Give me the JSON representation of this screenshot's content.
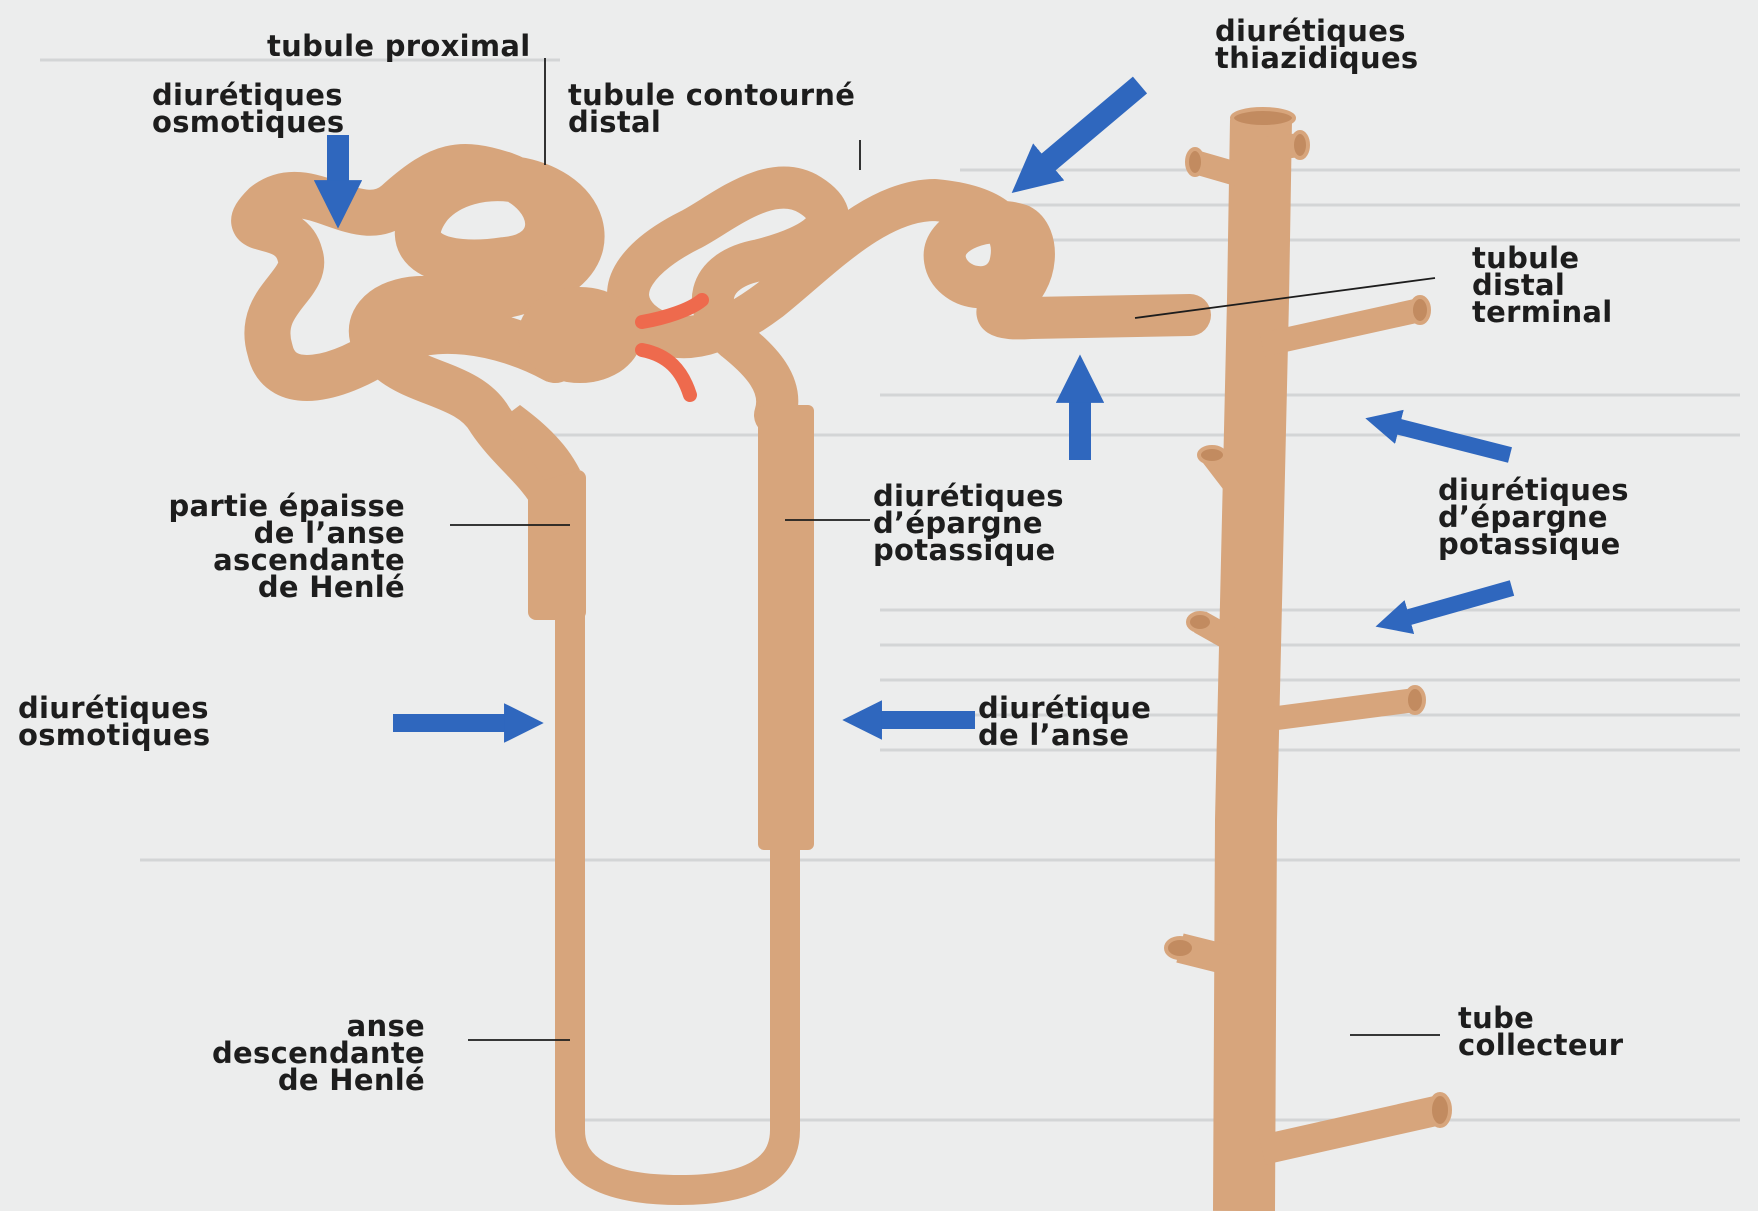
{
  "labels": {
    "tubule_proximal": "tubule proximal",
    "osmotic_top": "diurétiques\nosmotiques",
    "distal_convoluted": "tubule contourné\ndistal",
    "thiazide": "diurétiques\nthiazidiques",
    "distal_terminal": "tubule\ndistal\nterminal",
    "thick_ascending": "partie épaisse\nde l’anse\nascendante\nde Henlé",
    "k_sparing_center": "diurétiques\nd’épargne\npotassique",
    "k_sparing_right": "diurétiques\nd’épargne\npotassique",
    "osmotic_bottom": "diurétiques\nosmotiques",
    "loop_diuretic": "diurétique\nde l’anse",
    "descending_limb": "anse\ndescendante\nde Henlé",
    "collecting_duct": "tube\ncollecteur"
  },
  "colors": {
    "tubule": "#d7a57c",
    "tubule_dark": "#c28b60",
    "arrow": "#2f67be",
    "artery": "#ee6a4d",
    "text": "#1d1d1d",
    "background": "#eceded"
  }
}
